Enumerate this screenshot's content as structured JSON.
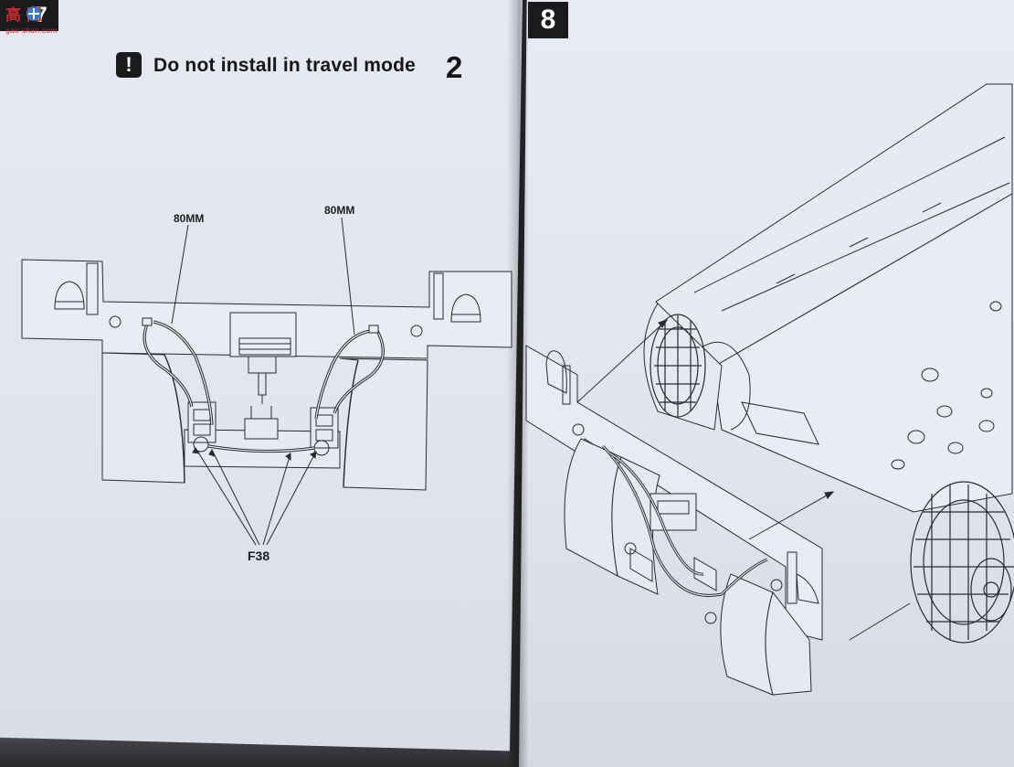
{
  "watermark": {
    "text": "高 网",
    "url": "gao-shan.com"
  },
  "left_page": {
    "step_number": "7",
    "warning": {
      "icon": "exclamation-icon",
      "icon_glyph": "!",
      "text": "Do not install in travel mode",
      "number": "2"
    },
    "callouts": {
      "length_left": "80MM",
      "length_right": "80MM",
      "part": "F38"
    }
  },
  "right_page": {
    "step_number": "8"
  },
  "colors": {
    "paper": "#e4e7f0",
    "ink": "#161618",
    "badge": "#1b1b1d",
    "background": "#2a2a2c",
    "watermark_red": "#d1262b"
  }
}
